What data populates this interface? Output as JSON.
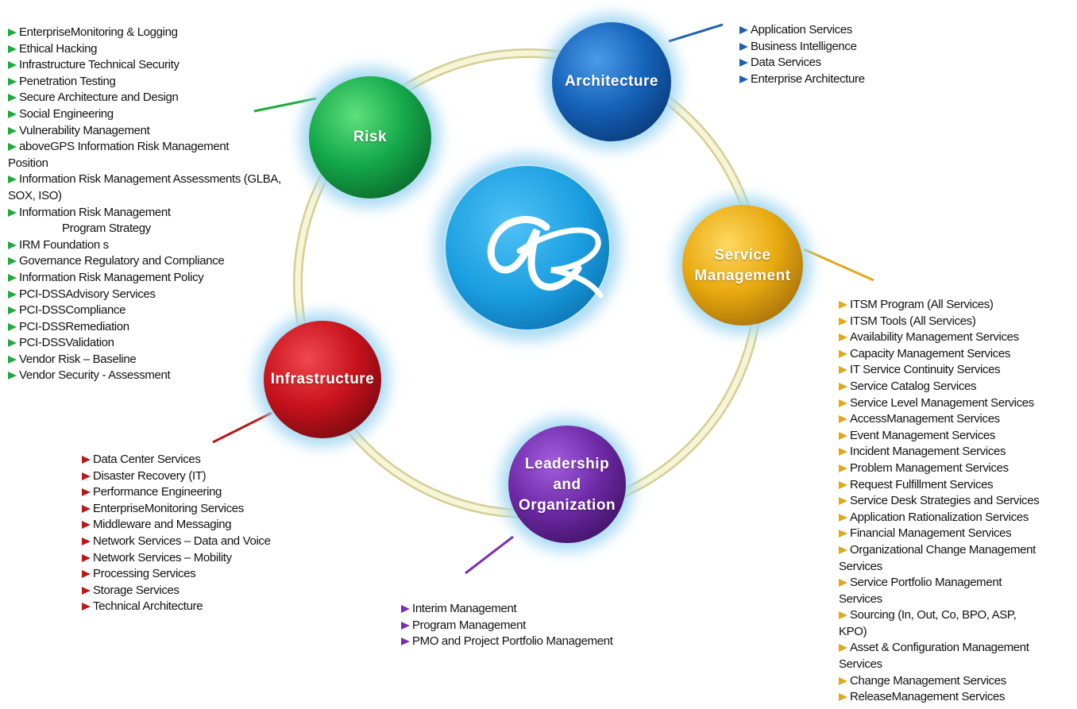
{
  "colors": {
    "risk": "#12a34a",
    "architecture": "#1561b8",
    "service_management": "#e8a90f",
    "leadership": "#6e2aa6",
    "infrastructure": "#c8121c",
    "center": "#1aa0e0",
    "ring": "#eae6b0",
    "arrow_risk": "#1faa3c",
    "arrow_architecture": "#1f5fb0",
    "arrow_service": "#e0a81a",
    "arrow_leadership": "#7a2fb0",
    "arrow_infrastructure": "#b81a1a"
  },
  "center_icon": "ae-logo",
  "circles": {
    "risk": "Risk",
    "architecture": "Architecture",
    "service_management": [
      "Service",
      "Management"
    ],
    "leadership": [
      "Leadership",
      "and",
      "Organization"
    ],
    "infrastructure": "Infrastructure"
  },
  "risk_items": [
    "EnterpriseMonitoring & Logging",
    "Ethical Hacking",
    "Infrastructure Technical Security",
    "Penetration Testing",
    "Secure Architecture and Design",
    "Social Engineering",
    "Vulnerability  Management",
    "aboveGPS Information Risk Management Position",
    "Information Risk Management Assessments (GLBA, SOX, ISO)",
    "Information Risk Management",
    "Program Strategy",
    "IRM Foundation s",
    "Governance Regulatory and Compliance",
    "Information Risk Management Policy",
    "PCI-DSSAdvisory Services",
    "PCI-DSSCompliance",
    "PCI-DSSRemediation",
    "PCI-DSSValidation",
    "Vendor Risk – Baseline",
    "Vendor Security - Assessment"
  ],
  "architecture_items": [
    "Application Services",
    "Business Intelligence",
    "Data Services",
    "Enterprise Architecture"
  ],
  "service_items": [
    "ITSM Program (All Services)",
    "ITSM Tools (All Services)",
    "Availability  Management Services",
    "Capacity Management Services",
    "IT Service Continuity Services",
    "Service Catalog Services",
    "Service Level Management Services",
    "AccessManagement Services",
    "Event Management Services",
    "Incident Management Services",
    "Problem Management Services",
    "Request Fulfillment Services",
    "Service Desk Strategies and Services",
    "Application Rationalization Services",
    "Financial Management Services",
    "Organizational Change Management Services",
    "Service Portfolio Management Services",
    "Sourcing (In, Out, Co, BPO, ASP, KPO)",
    "Asset & Configuration Management Services",
    "Change Management Services",
    "ReleaseManagement Services"
  ],
  "infrastructure_items": [
    "Data Center Services",
    "Disaster Recovery (IT)",
    "Performance Engineering",
    "EnterpriseMonitoring  Services",
    "Middleware and Messaging",
    "Network Services – Data and Voice",
    "Network Services – Mobility",
    "Processing Services",
    "Storage Services",
    "Technical Architecture"
  ],
  "leadership_items": [
    "Interim Management",
    "Program Management",
    "PMO and Project Portfolio Management"
  ]
}
